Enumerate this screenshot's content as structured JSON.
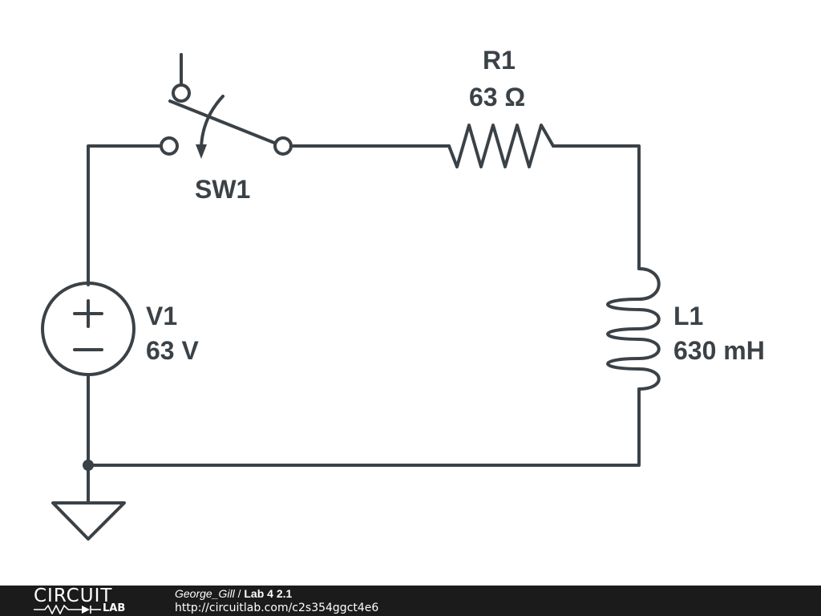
{
  "components": {
    "switch": {
      "designator": "SW1"
    },
    "resistor": {
      "designator": "R1",
      "value": "63 Ω"
    },
    "source": {
      "designator": "V1",
      "value": "63 V"
    },
    "inductor": {
      "designator": "L1",
      "value": "630 mH"
    }
  },
  "footer": {
    "logo_top": "CIRCUIT",
    "logo_bottom": "LAB",
    "author": "George_Gill",
    "separator": " / ",
    "title": "Lab 4 2.1",
    "url": "http://circuitlab.com/c2s354ggct4e6"
  },
  "colors": {
    "wire": "#3b4247",
    "footer_bg": "#1b1b1b",
    "background": "#ffffff"
  }
}
